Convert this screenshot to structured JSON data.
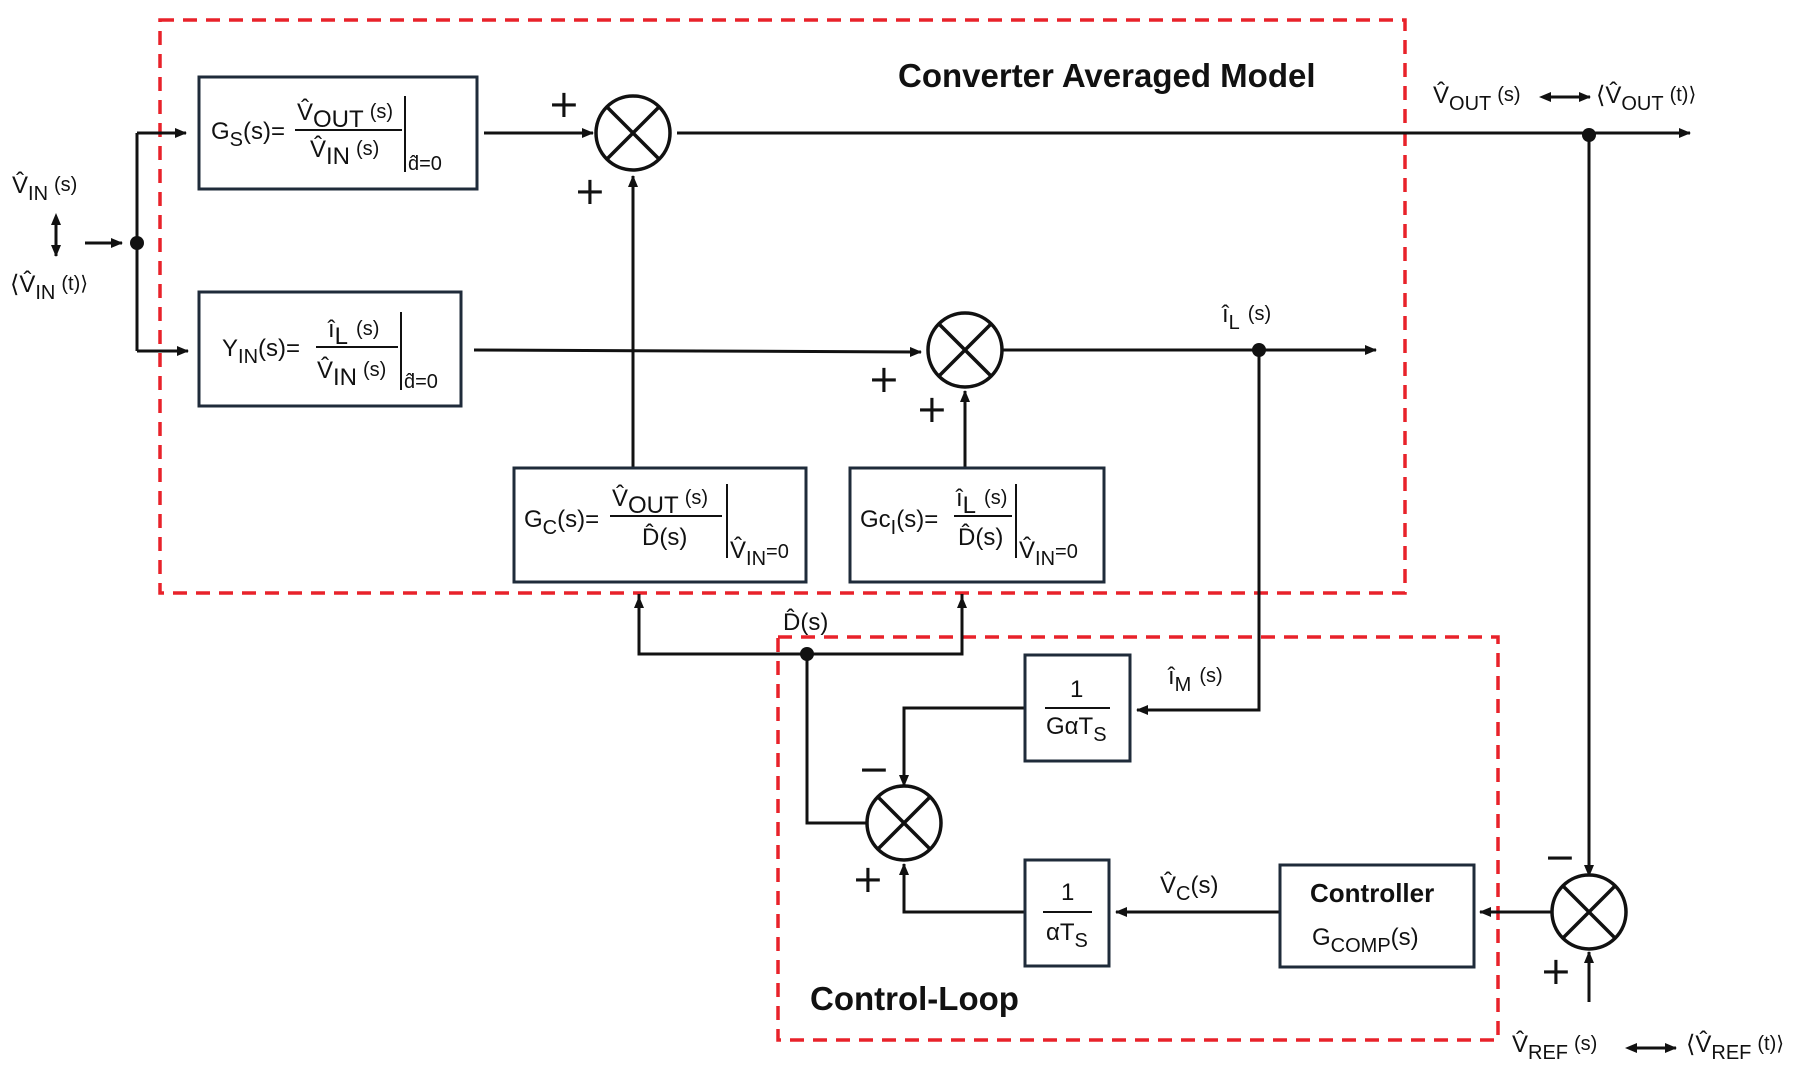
{
  "regions": {
    "converter_title": "Converter Averaged Model",
    "control_title": "Control-Loop"
  },
  "blocks": {
    "gs": {
      "lhs": "G",
      "lhs_sub": "S",
      "num": "V̂",
      "num_sub": "OUT",
      "num_arg": "(s)",
      "den": "V̂",
      "den_sub": "IN",
      "den_arg": "(s)",
      "cond": "d̂=0"
    },
    "yin": {
      "lhs": "Y",
      "lhs_sub": "IN",
      "num": "î",
      "num_sub": "L",
      "num_arg": "(s)",
      "den": "V̂",
      "den_sub": "IN",
      "den_arg": "(s)",
      "cond": "d̂=0"
    },
    "gc": {
      "lhs": "G",
      "lhs_sub": "C",
      "num": "V̂",
      "num_sub": "OUT",
      "num_arg": "(s)",
      "den": "D̂(s)",
      "cond_v": "V̂",
      "cond_sub": "IN",
      "cond_eq": "=0"
    },
    "gci": {
      "lhs": "Gc",
      "lhs_sub": "I",
      "num": "î",
      "num_sub": "L",
      "num_arg": "(s)",
      "den": "D̂(s)",
      "cond_v": "V̂",
      "cond_sub": "IN",
      "cond_eq": "=0"
    },
    "gat": {
      "num": "1",
      "den": "GαT",
      "den_sub": "S"
    },
    "at": {
      "num": "1",
      "den": "αT",
      "den_sub": "S"
    },
    "controller": {
      "title": "Controller",
      "tf": "G",
      "tf_sub": "COMP",
      "tf_arg": "(s)"
    }
  },
  "signals": {
    "vin": {
      "sym": "V̂",
      "sub": "IN",
      "arg": "(s)",
      "avg": "⟨V̂",
      "avg_sub": "IN",
      "avg_arg": "(t)⟩"
    },
    "vout": {
      "sym": "V̂",
      "sub": "OUT",
      "arg": "(s)",
      "avg": "⟨V̂",
      "avg_sub": "OUT",
      "avg_arg": "(t)⟩"
    },
    "il": {
      "sym": "î",
      "sub": "L",
      "arg": "(s)"
    },
    "d": {
      "label": "D̂(s)"
    },
    "im": {
      "sym": "î",
      "sub": "M",
      "arg": "(s)"
    },
    "vc": {
      "sym": "V̂",
      "sub": "C",
      "arg": "(s)"
    },
    "vref": {
      "sym": "V̂",
      "sub": "REF",
      "arg": "(s)",
      "avg": "⟨V̂",
      "avg_sub": "REF",
      "avg_arg": "(t)⟩"
    }
  },
  "signs": {
    "plus": "+",
    "minus": "−"
  }
}
